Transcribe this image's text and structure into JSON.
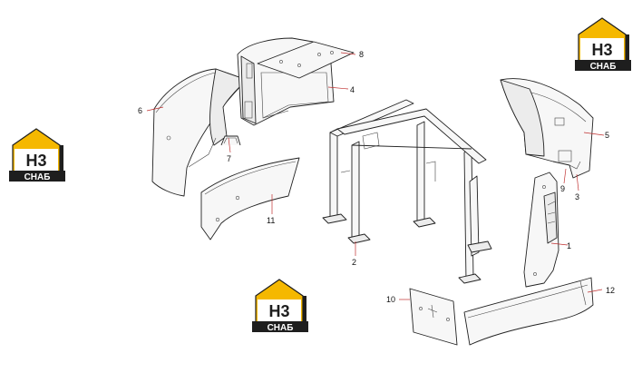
{
  "logos": [
    {
      "id": "logo-top-right",
      "top": "H3",
      "bottom": "CHAБ"
    },
    {
      "id": "logo-left",
      "top": "H3",
      "bottom": "CHAБ"
    },
    {
      "id": "logo-bottom",
      "top": "H3",
      "bottom": "CHAБ"
    }
  ],
  "callouts": [
    "1",
    "2",
    "3",
    "4",
    "5",
    "6",
    "7",
    "8",
    "9",
    "10",
    "11",
    "12"
  ],
  "colors": {
    "logo_yellow": "#f5b800",
    "logo_dark": "#1e1e1e",
    "leader": "#c03030",
    "line": "#222222"
  }
}
